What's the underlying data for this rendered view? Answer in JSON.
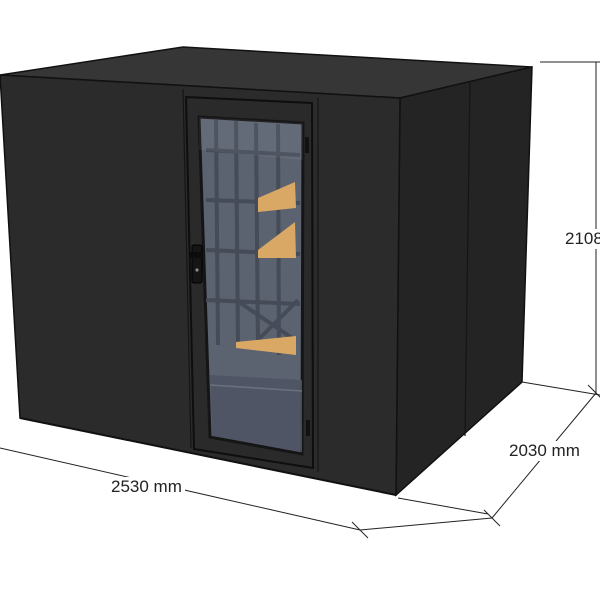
{
  "dimensions": {
    "width": "2530 mm",
    "depth": "2030 mm",
    "height": "2108"
  },
  "colors": {
    "cabinet": "#2b2b2b",
    "cabinet_side": "#242424",
    "roof": "#363636",
    "edge": "#111111",
    "glass": "#5b6270",
    "shelf_wood": "#d9a865",
    "dimension_line": "#222222"
  },
  "icons": {
    "door_handle": "lever-handle-icon",
    "hinge": "hinge-icon"
  }
}
